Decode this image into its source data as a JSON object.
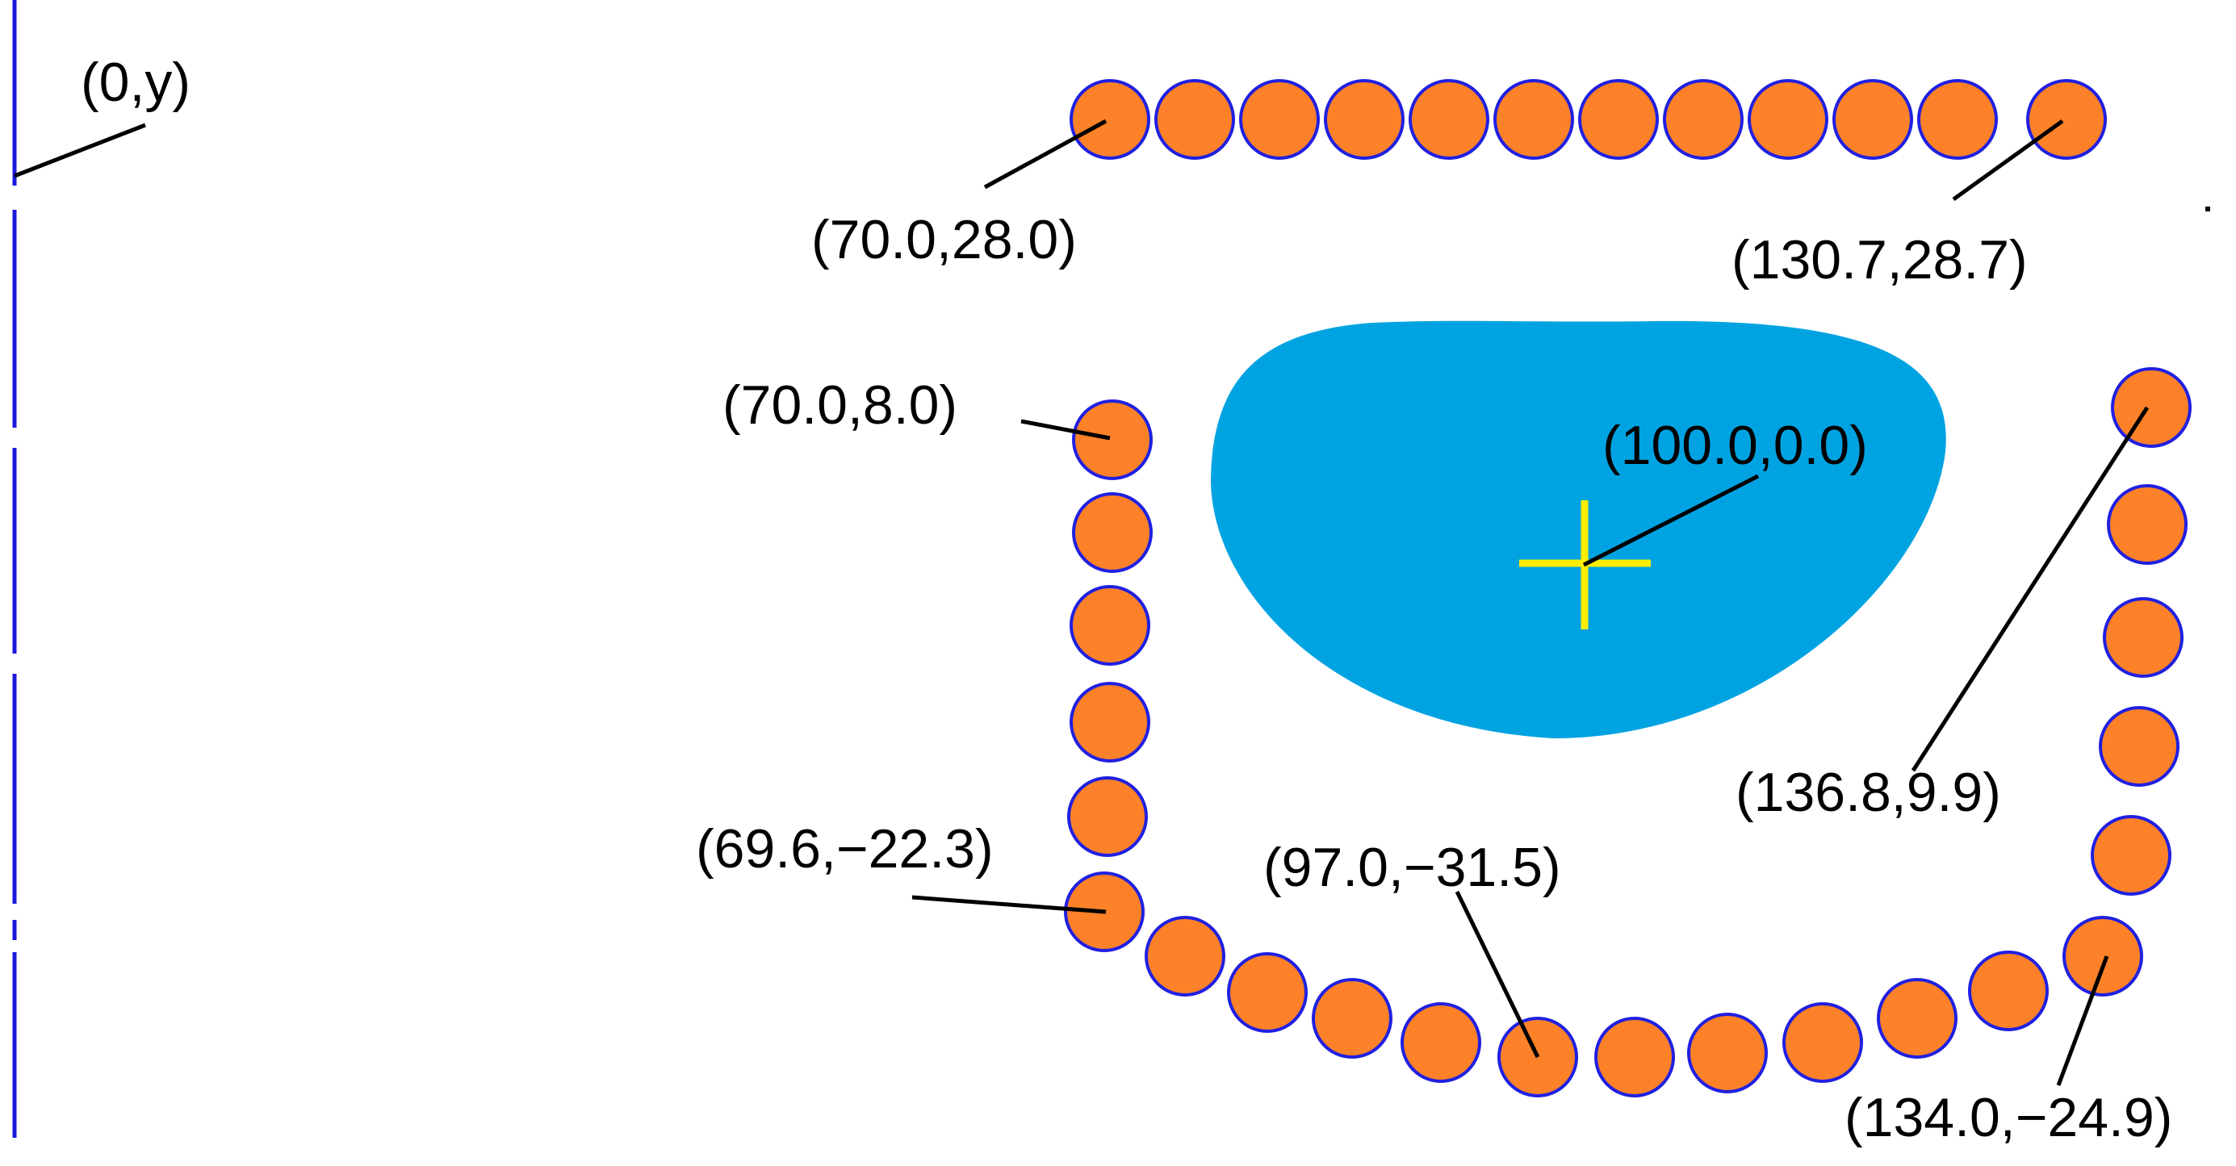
{
  "colors": {
    "axis": "#1a1adc",
    "ball_fill": "#fd8128",
    "ball_stroke": "#2020e0",
    "blob_fill": "#00a3e2",
    "center_cross": "#ffee00",
    "leader": "#000000",
    "text": "#000000"
  },
  "axis": {
    "label": "(0,y)"
  },
  "center": {
    "label": "(100.0,0.0)"
  },
  "labels": {
    "top_left": "(70.0,28.0)",
    "top_right": "(130.7,28.7)",
    "left_top": "(70.0,8.0)",
    "left_bottom": "(69.6,−22.3)",
    "bottom_mid": "(97.0,−31.5)",
    "right_top": "(136.8,9.9)",
    "right_bottom": "(134.0,−24.9)"
  }
}
